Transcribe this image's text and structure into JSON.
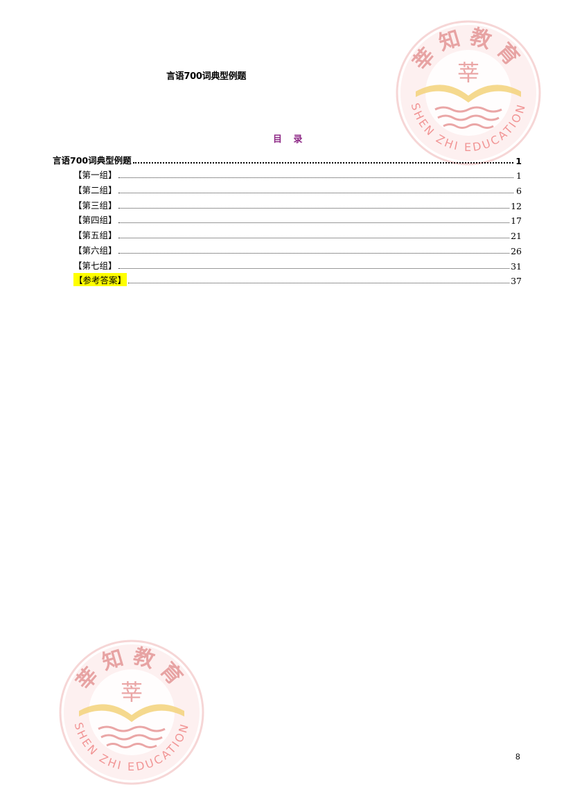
{
  "document": {
    "title": "言语700词典型例题",
    "toc_heading": "目  录",
    "page_number": "8"
  },
  "toc": {
    "entries": [
      {
        "label": "言语700词典型例题",
        "page": "1"
      },
      {
        "label": "【第一组】",
        "page": "1"
      },
      {
        "label": "【第二组】",
        "page": "6"
      },
      {
        "label": "【第三组】",
        "page": "12"
      },
      {
        "label": "【第四组】",
        "page": "17"
      },
      {
        "label": "【第五组】",
        "page": "21"
      },
      {
        "label": "【第六组】",
        "page": "26"
      },
      {
        "label": "【第七组】",
        "page": "31"
      },
      {
        "label": "【参考答案】",
        "page": "37"
      }
    ]
  },
  "watermark": {
    "chinese": "莘知教育",
    "english": "SHEN ZHI EDUCATION",
    "color": "#e8a0a0",
    "book_color": "#f3d27a"
  },
  "colors": {
    "toc_heading": "#8e2a87",
    "highlight": "#ffff00"
  }
}
